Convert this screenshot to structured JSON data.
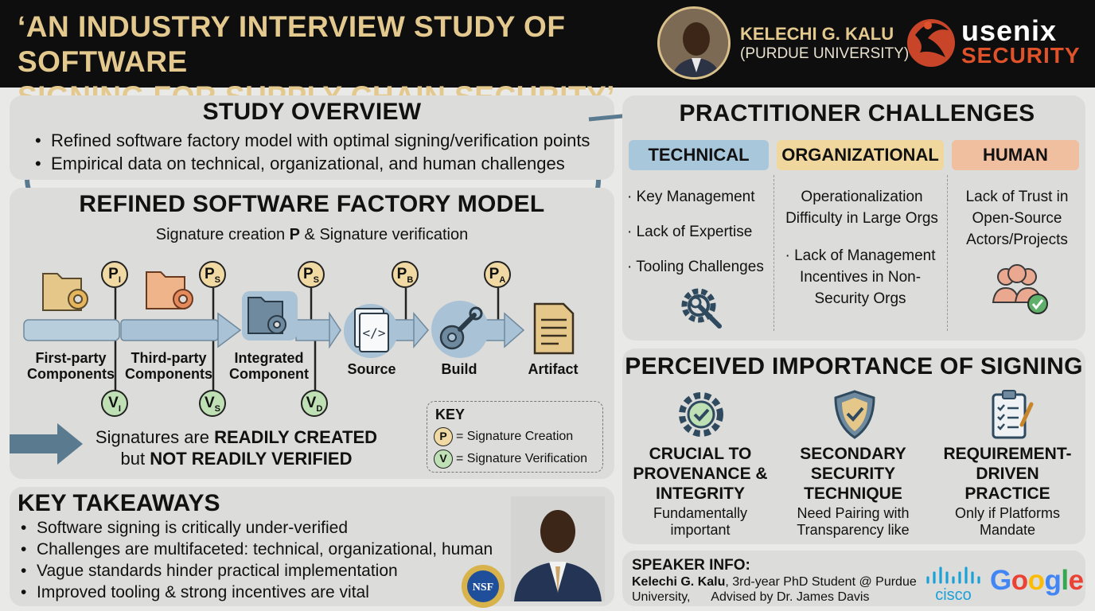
{
  "header": {
    "title_line1": "‘AN INDUSTRY INTERVIEW STUDY OF SOFTWARE",
    "title_line2": "SIGNING FOR SUPPLY CHAIN SECURITY’",
    "speaker_name": "KELECHI G. KALU",
    "speaker_affiliation": "(PURDUE UNIVERSITY)",
    "logo_word": "usenix",
    "logo_sub": "SECURITY"
  },
  "overview": {
    "title": "STUDY OVERVIEW",
    "bullets": [
      "Refined software factory model with optimal signing/verification points",
      "Empirical data on technical, organizational, and human challenges"
    ]
  },
  "factory": {
    "title": "REFINED SOFTWARE FACTORY MODEL",
    "subtitle_a": "Signature creation ",
    "subtitle_b": "P",
    "subtitle_c": " & Signature verification",
    "stages": [
      "First-party\nComponents",
      "Third-party\nComponents",
      "Integrated\nComponent",
      "Source",
      "Build",
      "Artifact"
    ],
    "p_points": [
      {
        "letter": "P",
        "sub": "I"
      },
      {
        "letter": "P",
        "sub": "S"
      },
      {
        "letter": "P",
        "sub": "S"
      },
      {
        "letter": "P",
        "sub": "B"
      },
      {
        "letter": "P",
        "sub": "A"
      }
    ],
    "v_points": [
      {
        "letter": "V",
        "sub": "I"
      },
      {
        "letter": "V",
        "sub": "S"
      },
      {
        "letter": "V",
        "sub": "D"
      }
    ],
    "statement_a": "Signatures are ",
    "statement_b": "READILY CREATED",
    "statement_c": "but ",
    "statement_d": "NOT READILY VERIFIED",
    "key": {
      "title": "KEY",
      "p_letter": "P",
      "p_label": "= Signature Creation",
      "v_letter": "V",
      "v_label": "= Signature Verification"
    }
  },
  "takeaways": {
    "title": "KEY TAKEAWAYS",
    "bullets": [
      "Software signing is critically under-verified",
      "Challenges are multifaceted: technical, organizational, human",
      "Vague standards hinder practical implementation",
      "Improved tooling & strong incentives are vital"
    ],
    "nsf_label": "NSF"
  },
  "challenges": {
    "title": "PRACTITIONER CHALLENGES",
    "columns": [
      {
        "head": "TECHNICAL",
        "color": "#a9c7da",
        "items": [
          "· Key Management",
          "· Lack of Expertise",
          "· Tooling Challenges"
        ]
      },
      {
        "head": "ORGANIZATIONAL",
        "color": "#f0d79e",
        "items": [
          "Operationalization Difficulty in Large Orgs",
          "· Lack of Management Incentives in Non-Security Orgs"
        ]
      },
      {
        "head": "HUMAN",
        "color": "#f0bf9f",
        "items": [
          "Lack of Trust in Open-Source Actors/Projects"
        ]
      }
    ]
  },
  "importance": {
    "title": "PERCEIVED IMPORTANCE OF SIGNING",
    "columns": [
      {
        "head": "CRUCIAL TO PROVENANCE & INTEGRITY",
        "sub": "Fundamentally important"
      },
      {
        "head": "SECONDARY SECURITY TECHNIQUE",
        "sub": "Need Pairing with Transparency like"
      },
      {
        "head": "REQUIREMENT-DRIVEN PRACTICE",
        "sub": "Only if Platforms Mandate"
      }
    ]
  },
  "speaker": {
    "title": "SPEAKER INFO:",
    "name": "Kelechi G. Kalu",
    "desc": ", 3rd-year PhD Student @ Purdue University,      Advised by Dr. James Davis",
    "sponsor1": "cisco",
    "sponsor2": "Google"
  },
  "colors": {
    "accent_gold": "#e4c98f",
    "usenix_orange": "#e0522a",
    "arrow_blue": "#5a7a90",
    "p_fill": "#f1d9a4",
    "v_fill": "#bfe0b5"
  }
}
